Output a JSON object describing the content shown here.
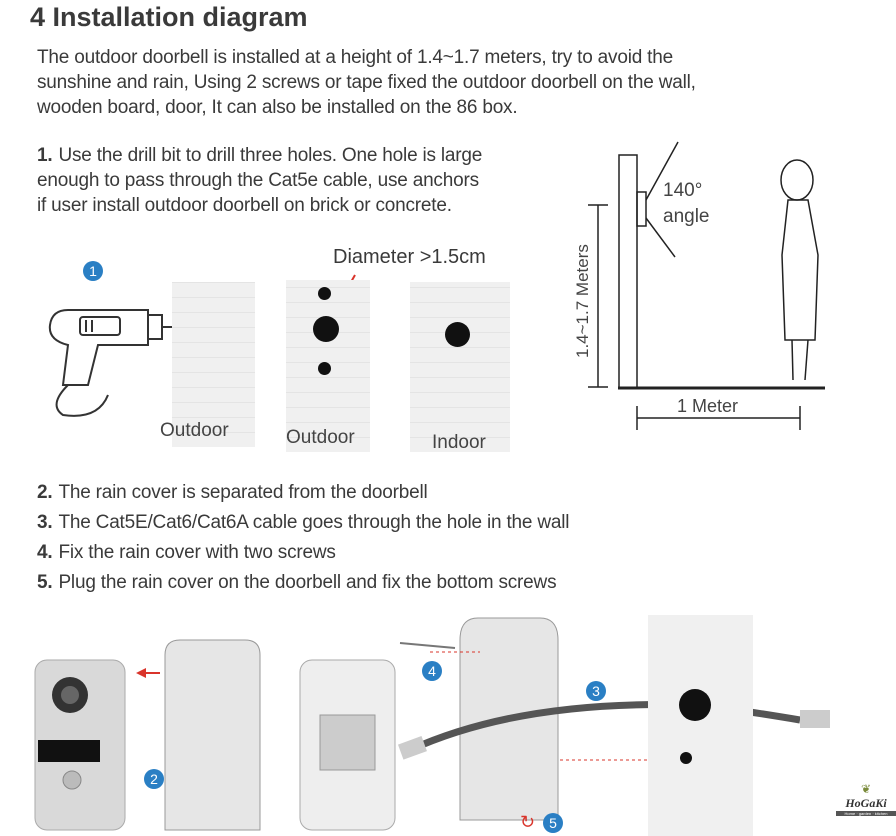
{
  "title": "4 Installation diagram",
  "intro": [
    "The outdoor doorbell is installed at a height of 1.4~1.7 meters, try to avoid the",
    "sunshine and rain, Using 2 screws or tape fixed the  outdoor doorbell on the wall,",
    "wooden board, door, It can also be installed on the 86 box."
  ],
  "step1": {
    "number": "1.",
    "lines": [
      "Use the drill bit to drill three holes. One hole is large",
      "enough to pass through the Cat5e cable, use anchors",
      "if user install outdoor doorbell on brick or concrete."
    ]
  },
  "figure1": {
    "badge": "1",
    "diameter_label": "Diameter >1.5cm",
    "panels": [
      "Outdoor",
      "Outdoor",
      "Indoor"
    ]
  },
  "height_diagram": {
    "angle_value": "140°",
    "angle_word": "angle",
    "height_label": "1.4~1.7 Meters",
    "distance_label": "1 Meter"
  },
  "steps": [
    {
      "number": "2.",
      "text": "The rain cover is separated from the doorbell"
    },
    {
      "number": "3.",
      "text": "The Cat5E/Cat6/Cat6A cable goes through the hole in the wall"
    },
    {
      "number": "4.",
      "text": "Fix the rain cover with two screws"
    },
    {
      "number": "5.",
      "text": "Plug the rain cover on the doorbell and fix the bottom screws"
    }
  ],
  "figure2": {
    "badges": [
      "2",
      "4",
      "3",
      "5"
    ]
  },
  "logo": {
    "name": "HoGaKi",
    "tagline": "Home · garden · kitchen"
  },
  "colors": {
    "badge": "#2a7fc4",
    "arrow": "#d9342b"
  }
}
